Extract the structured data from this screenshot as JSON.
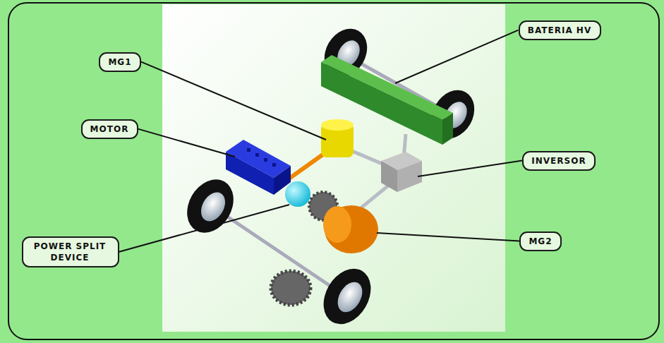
{
  "diagram": {
    "nodes": [
      {
        "text": [
          "MG1"
        ]
      },
      {
        "text": [
          "BATERIA HV"
        ]
      },
      {
        "text": [
          "MOTOR"
        ]
      },
      {
        "text": [
          "INVERSOR"
        ]
      },
      {
        "text": [
          "POWER SPLIT DEVICE"
        ]
      },
      {
        "text": [
          "MG2"
        ]
      }
    ]
  }
}
